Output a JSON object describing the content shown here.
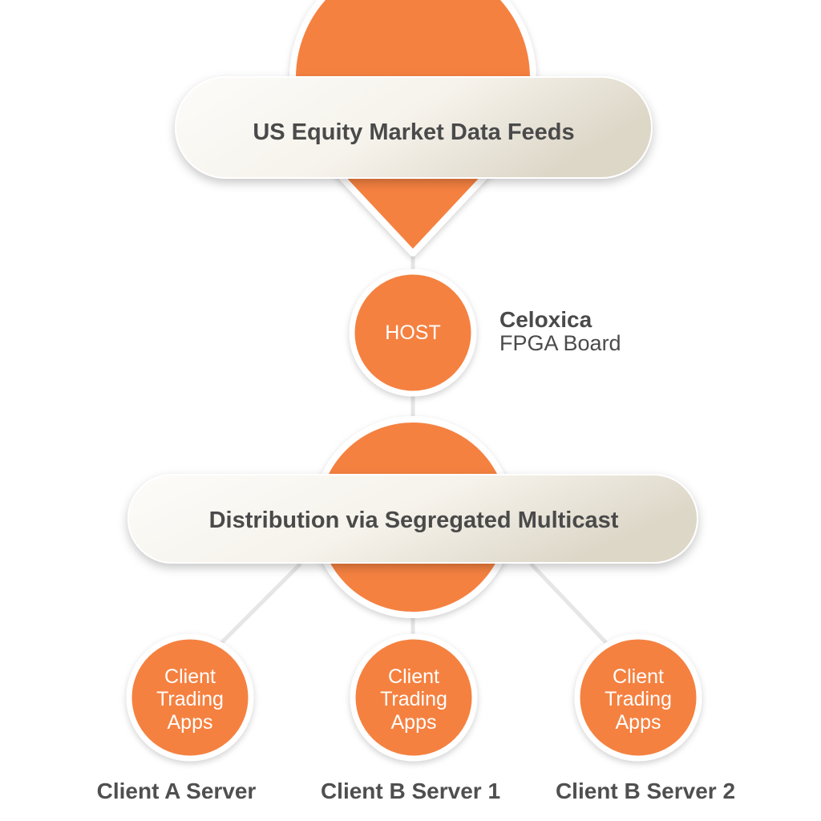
{
  "feeds": {
    "label": "US Equity Market Data Feeds"
  },
  "host": {
    "label": "HOST"
  },
  "vendor": {
    "name": "Celoxica",
    "product": "FPGA Board"
  },
  "distribution": {
    "label": "Distribution via Segregated Multicast"
  },
  "clients": [
    {
      "lines": [
        "Client",
        "Trading",
        "Apps"
      ],
      "server": "Client A Server"
    },
    {
      "lines": [
        "Client",
        "Trading",
        "Apps"
      ],
      "server": "Client B Server 1"
    },
    {
      "lines": [
        "Client",
        "Trading",
        "Apps"
      ],
      "server": "Client B Server 2"
    }
  ],
  "colors": {
    "accent": "#f58140",
    "pill_light": "#fbfaf6",
    "pill_dark": "#e2ddd0",
    "text_dark": "#4a4a4a",
    "connector": "#e6e6e6"
  }
}
